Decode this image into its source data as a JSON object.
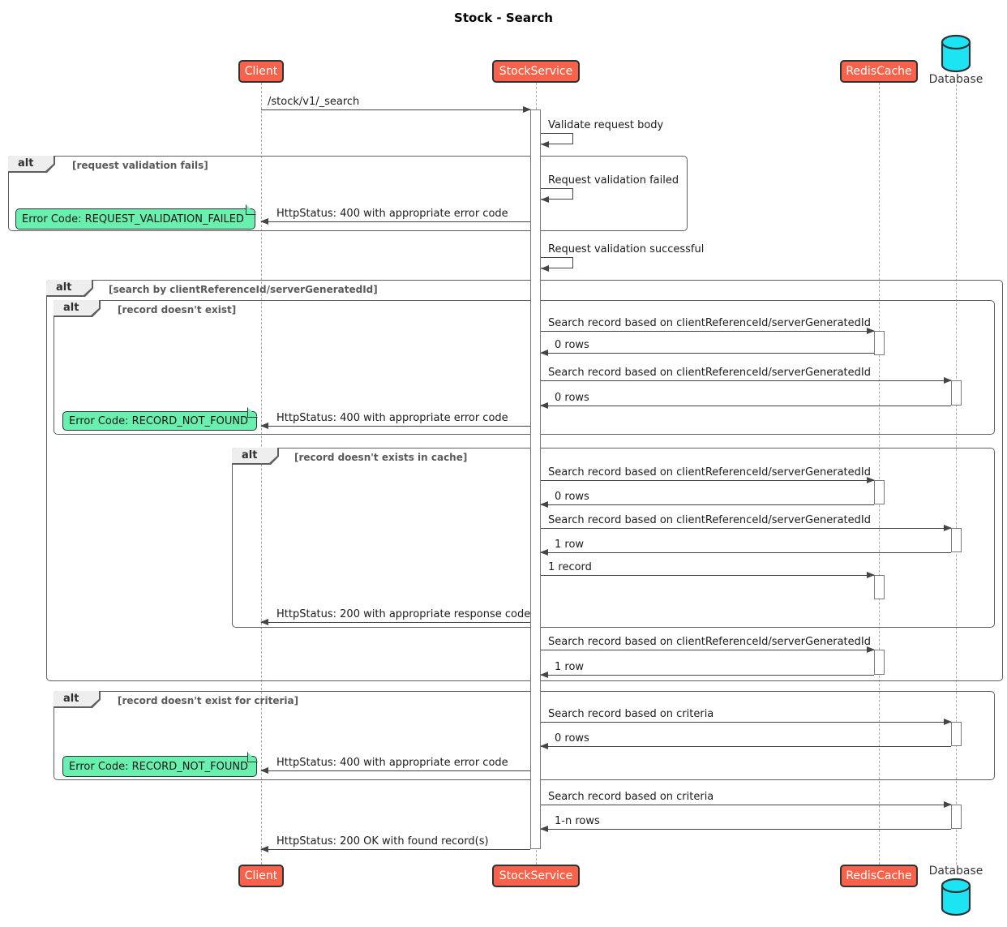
{
  "title": "Stock - Search",
  "participants": [
    {
      "name": "Client",
      "type": "participant"
    },
    {
      "name": "StockService",
      "type": "participant"
    },
    {
      "name": "RedisCache",
      "type": "participant"
    },
    {
      "name": "Database",
      "type": "database"
    }
  ],
  "fragments": [
    {
      "operator": "alt",
      "guard": "[request validation fails]"
    },
    {
      "operator": "alt",
      "guard": "[search by clientReferenceId/serverGeneratedId]"
    },
    {
      "operator": "alt",
      "guard": "[record doesn't exist]"
    },
    {
      "operator": "alt",
      "guard": "[record doesn't exists in cache]"
    },
    {
      "operator": "alt",
      "guard": "[record doesn't exist for criteria]"
    }
  ],
  "notes": [
    {
      "text": "Error Code: REQUEST_VALIDATION_FAILED"
    },
    {
      "text": "Error Code: RECORD_NOT_FOUND"
    },
    {
      "text": "Error Code: RECORD_NOT_FOUND"
    }
  ],
  "messages": [
    {
      "label": "/stock/v1/_search",
      "from": "Client",
      "to": "StockService"
    },
    {
      "label": "Validate request body",
      "from": "StockService",
      "to": "StockService"
    },
    {
      "label": "Request validation failed",
      "from": "StockService",
      "to": "StockService"
    },
    {
      "label": "HttpStatus: 400 with appropriate error code",
      "from": "StockService",
      "to": "Client"
    },
    {
      "label": "Request validation successful",
      "from": "StockService",
      "to": "StockService"
    },
    {
      "label": "Search record based on clientReferenceId/serverGeneratedId",
      "from": "StockService",
      "to": "RedisCache"
    },
    {
      "label": "0 rows",
      "from": "RedisCache",
      "to": "StockService"
    },
    {
      "label": "Search record based on clientReferenceId/serverGeneratedId",
      "from": "StockService",
      "to": "Database"
    },
    {
      "label": "0 rows",
      "from": "Database",
      "to": "StockService"
    },
    {
      "label": "HttpStatus: 400 with appropriate error code",
      "from": "StockService",
      "to": "Client"
    },
    {
      "label": "Search record based on clientReferenceId/serverGeneratedId",
      "from": "StockService",
      "to": "RedisCache"
    },
    {
      "label": "0 rows",
      "from": "RedisCache",
      "to": "StockService"
    },
    {
      "label": "Search record based on clientReferenceId/serverGeneratedId",
      "from": "StockService",
      "to": "Database"
    },
    {
      "label": "1 row",
      "from": "Database",
      "to": "StockService"
    },
    {
      "label": "1 record",
      "from": "StockService",
      "to": "RedisCache"
    },
    {
      "label": "HttpStatus: 200 with appropriate response code",
      "from": "StockService",
      "to": "Client"
    },
    {
      "label": "Search record based on clientReferenceId/serverGeneratedId",
      "from": "StockService",
      "to": "RedisCache"
    },
    {
      "label": "1 row",
      "from": "RedisCache",
      "to": "StockService"
    },
    {
      "label": "Search record based on criteria",
      "from": "StockService",
      "to": "Database"
    },
    {
      "label": "0 rows",
      "from": "Database",
      "to": "StockService"
    },
    {
      "label": "HttpStatus: 400 with appropriate error code",
      "from": "StockService",
      "to": "Client"
    },
    {
      "label": "Search record based on criteria",
      "from": "StockService",
      "to": "Database"
    },
    {
      "label": "1-n rows",
      "from": "Database",
      "to": "StockService"
    },
    {
      "label": "HttpStatus: 200 OK with found record(s)",
      "from": "StockService",
      "to": "Client"
    }
  ],
  "colors": {
    "participant_fill": "#f8624a",
    "participant_border": "#2d3235",
    "note_fill": "#69f0ae",
    "database_fill": "#1de4f3",
    "message_line": "#454545",
    "fragment_border": "#5e5e5e",
    "guard_text": "#5a5a5a"
  }
}
